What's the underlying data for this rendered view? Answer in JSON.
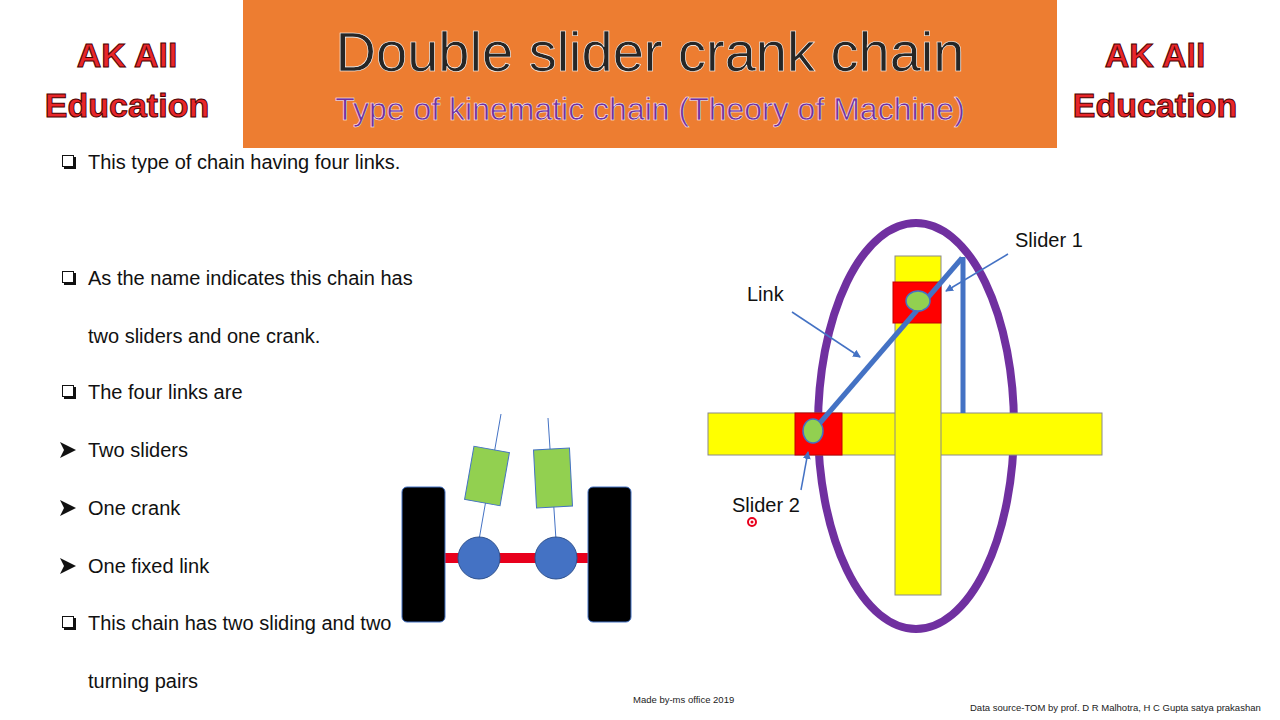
{
  "diagram": {
    "nodes": [
      {
        "text": [
          "Double slider crank chain",
          "Type of kinematic chain (Theory of Machine)"
        ]
      }
    ],
    "labels": [
      "AK All Education",
      "AK All Education",
      "This type of chain having four links.",
      "As the name indicates this chain has two sliders and one crank.",
      "The four links are",
      "Two sliders",
      "One crank",
      "One fixed link",
      "This chain has two sliding and two turning pairs",
      "Link",
      "Slider 1",
      "Slider 2",
      "Made by-ms office 2019",
      "Data source-TOM by prof. D R Malhotra, H C Gupta satya prakashan"
    ]
  }
}
